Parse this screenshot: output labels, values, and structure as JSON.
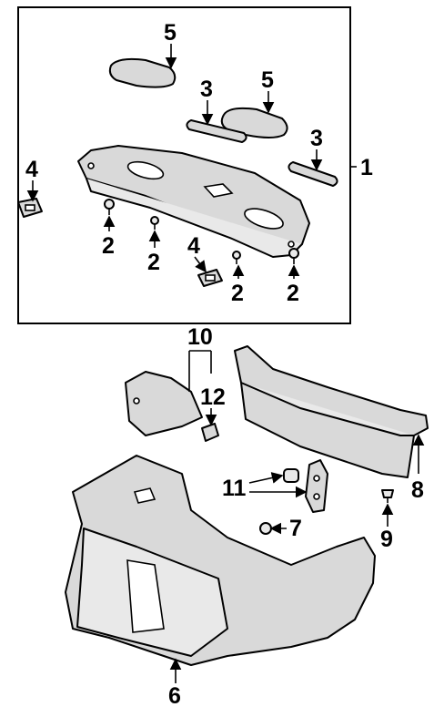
{
  "callouts": {
    "c1": "1",
    "c2a": "2",
    "c2b": "2",
    "c2c": "2",
    "c2d": "2",
    "c3a": "3",
    "c3b": "3",
    "c4a": "4",
    "c4b": "4",
    "c5a": "5",
    "c5b": "5",
    "c6": "6",
    "c7": "7",
    "c8": "8",
    "c9": "9",
    "c10": "10",
    "c11": "11",
    "c12": "12"
  }
}
